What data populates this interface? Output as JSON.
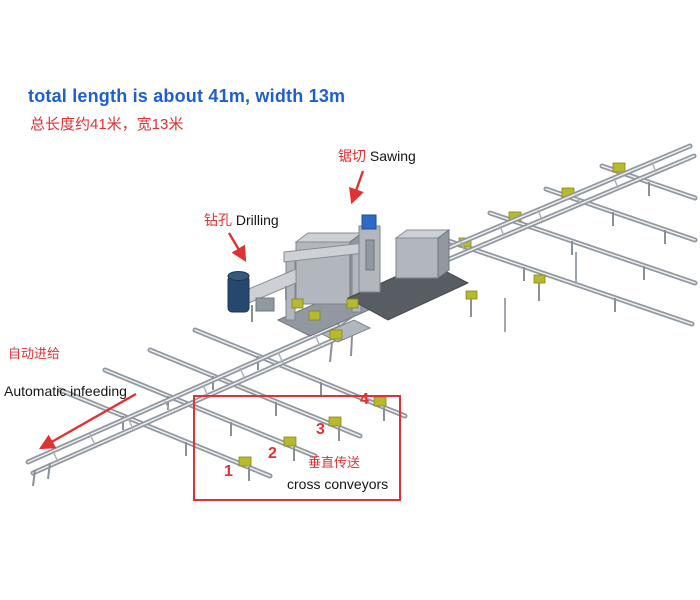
{
  "title": {
    "line1": "total length is about 41m, width 13m",
    "line2": "总长度约41米，宽13米"
  },
  "labels": {
    "sawing": {
      "zh": "锯切",
      "en": "Sawing"
    },
    "drilling": {
      "zh": "钻孔",
      "en": "Drilling"
    },
    "infeeding": {
      "zh": "自动进给",
      "en": "Automatic infeeding"
    },
    "cross_conveyors": {
      "zh": "垂直传送",
      "en": "cross conveyors"
    }
  },
  "numbers": [
    "1",
    "2",
    "3",
    "4"
  ],
  "colors": {
    "title_blue": "#1d5fd2",
    "annotation_red": "#e03232",
    "machine_yellow": "#b6ba2c",
    "machine_blue": "#2f6bc6",
    "cylinder_navy": "#27486e"
  }
}
